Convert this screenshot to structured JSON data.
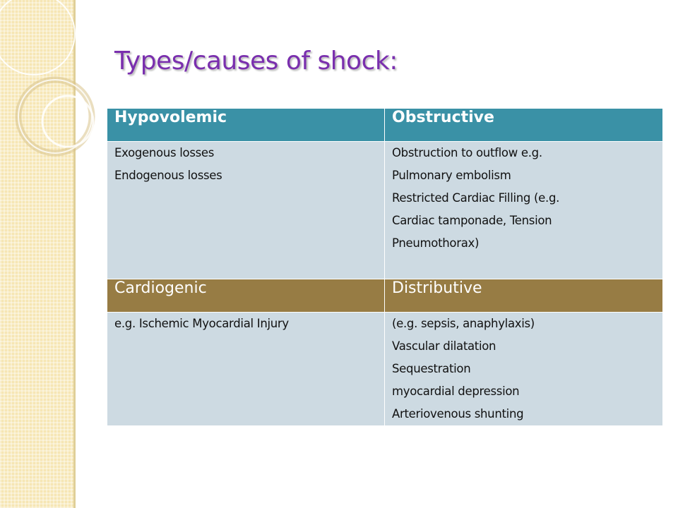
{
  "slide": {
    "title": "Types/causes of shock:"
  },
  "table": {
    "row1_headers": [
      "Hypovolemic",
      "Obstructive"
    ],
    "hypovolemic_lines": [
      "Exogenous losses",
      "Endogenous losses"
    ],
    "obstructive_lines": [
      "Obstruction to outflow e.g.",
      "Pulmonary embolism",
      "Restricted Cardiac Filling (e.g.",
      "Cardiac tamponade, Tension",
      "Pneumothorax)"
    ],
    "row2_headers": [
      "Cardiogenic",
      "Distributive"
    ],
    "cardiogenic_lines": [
      "e.g. Ischemic Myocardial Injury"
    ],
    "distributive_lines": [
      "(e.g. sepsis, anaphylaxis)",
      "Vascular dilatation",
      "Sequestration",
      "myocardial depression",
      "Arteriovenous shunting"
    ]
  },
  "colors": {
    "title": "#7a2fae",
    "header_blue": "#3a91a6",
    "header_brown": "#977c44",
    "cell_bg": "#cddae2",
    "side_strip": "#f6e6b4"
  }
}
